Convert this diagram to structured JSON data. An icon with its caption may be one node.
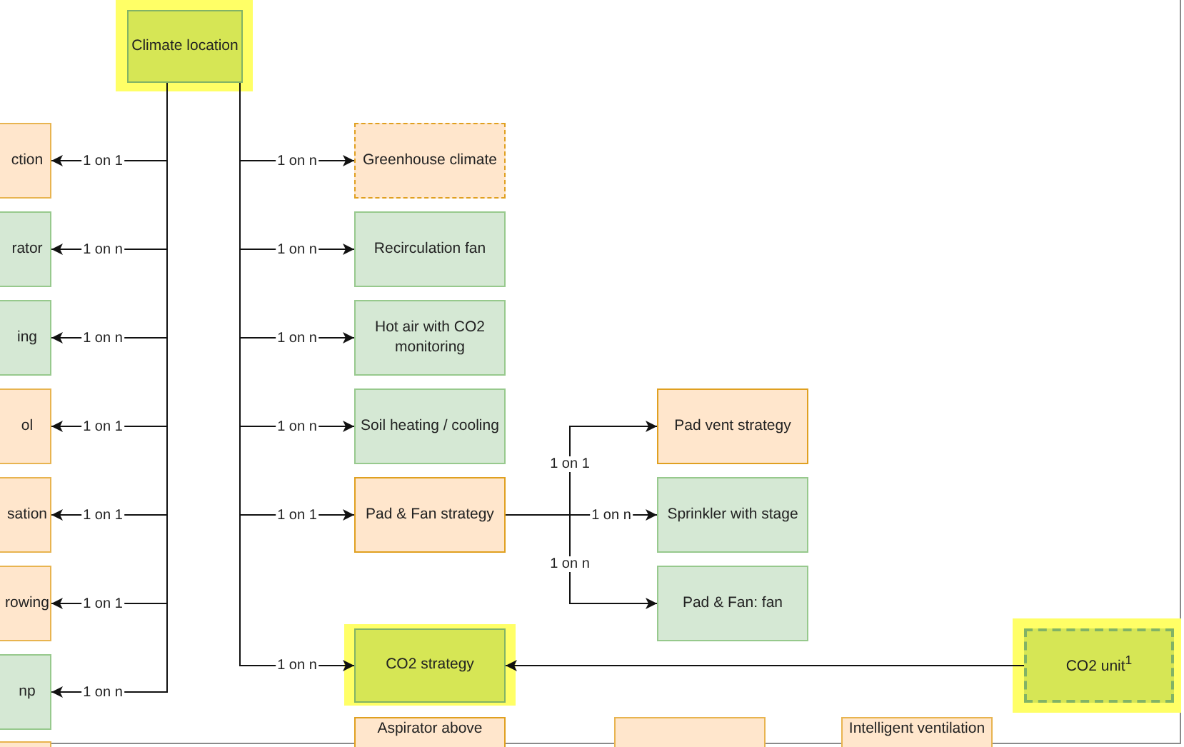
{
  "diagram": {
    "nodes": [
      {
        "text": [
          "Climate location"
        ]
      },
      {
        "text": [
          "ction"
        ]
      },
      {
        "text": [
          "rator"
        ]
      },
      {
        "text": [
          "ing"
        ]
      },
      {
        "text": [
          "ol"
        ]
      },
      {
        "text": [
          "sation"
        ]
      },
      {
        "text": [
          "rowing"
        ]
      },
      {
        "text": [
          "np"
        ]
      },
      {
        "text": [],
        "shape": "box"
      },
      {
        "text": [
          "Greenhouse climate"
        ]
      },
      {
        "text": [
          "Recirculation fan"
        ]
      },
      {
        "text": [
          "Hot air with CO2 monitoring"
        ]
      },
      {
        "text": [
          "Soil heating / cooling"
        ]
      },
      {
        "text": [
          "Pad & Fan strategy"
        ]
      },
      {
        "text": [
          "CO2 strategy"
        ]
      },
      {
        "text": [
          "Pad vent strategy"
        ]
      },
      {
        "text": [
          "Sprinkler with stage"
        ]
      },
      {
        "text": [
          "Pad & Fan: fan"
        ]
      },
      {
        "text": [
          "CO2 unit$^{1}$"
        ]
      },
      {
        "text": [
          "Aspirator above"
        ]
      },
      {
        "text": [],
        "shape": "box"
      },
      {
        "text": [
          "Intelligent ventilation"
        ]
      }
    ],
    "edges": [
      {
        "from": 0,
        "to": 1,
        "arrow": "to",
        "label": "1 on 1"
      },
      {
        "from": 0,
        "to": 2,
        "arrow": "to",
        "label": "1 on n"
      },
      {
        "from": 0,
        "to": 3,
        "arrow": "to",
        "label": "1 on n"
      },
      {
        "from": 0,
        "to": 4,
        "arrow": "to",
        "label": "1 on 1"
      },
      {
        "from": 0,
        "to": 5,
        "arrow": "to",
        "label": "1 on 1"
      },
      {
        "from": 0,
        "to": 6,
        "arrow": "to",
        "label": "1 on 1"
      },
      {
        "from": 0,
        "to": 7,
        "arrow": "to",
        "label": "1 on n"
      },
      {
        "from": 0,
        "to": 9,
        "arrow": "to",
        "label": "1 on n"
      },
      {
        "from": 0,
        "to": 10,
        "arrow": "to",
        "label": "1 on n"
      },
      {
        "from": 0,
        "to": 11,
        "arrow": "to",
        "label": "1 on n"
      },
      {
        "from": 0,
        "to": 12,
        "arrow": "to",
        "label": "1 on n"
      },
      {
        "from": 0,
        "to": 13,
        "arrow": "to",
        "label": "1 on 1"
      },
      {
        "from": 0,
        "to": 14,
        "arrow": "to",
        "label": "1 on n"
      },
      {
        "from": 13,
        "to": 15,
        "arrow": "to",
        "label": "1 on 1"
      },
      {
        "from": 13,
        "to": 16,
        "arrow": "to",
        "label": "1 on n"
      },
      {
        "from": 13,
        "to": 17,
        "arrow": "to",
        "label": "1 on n"
      },
      {
        "from": 18,
        "to": 14,
        "arrow": "to"
      }
    ]
  }
}
